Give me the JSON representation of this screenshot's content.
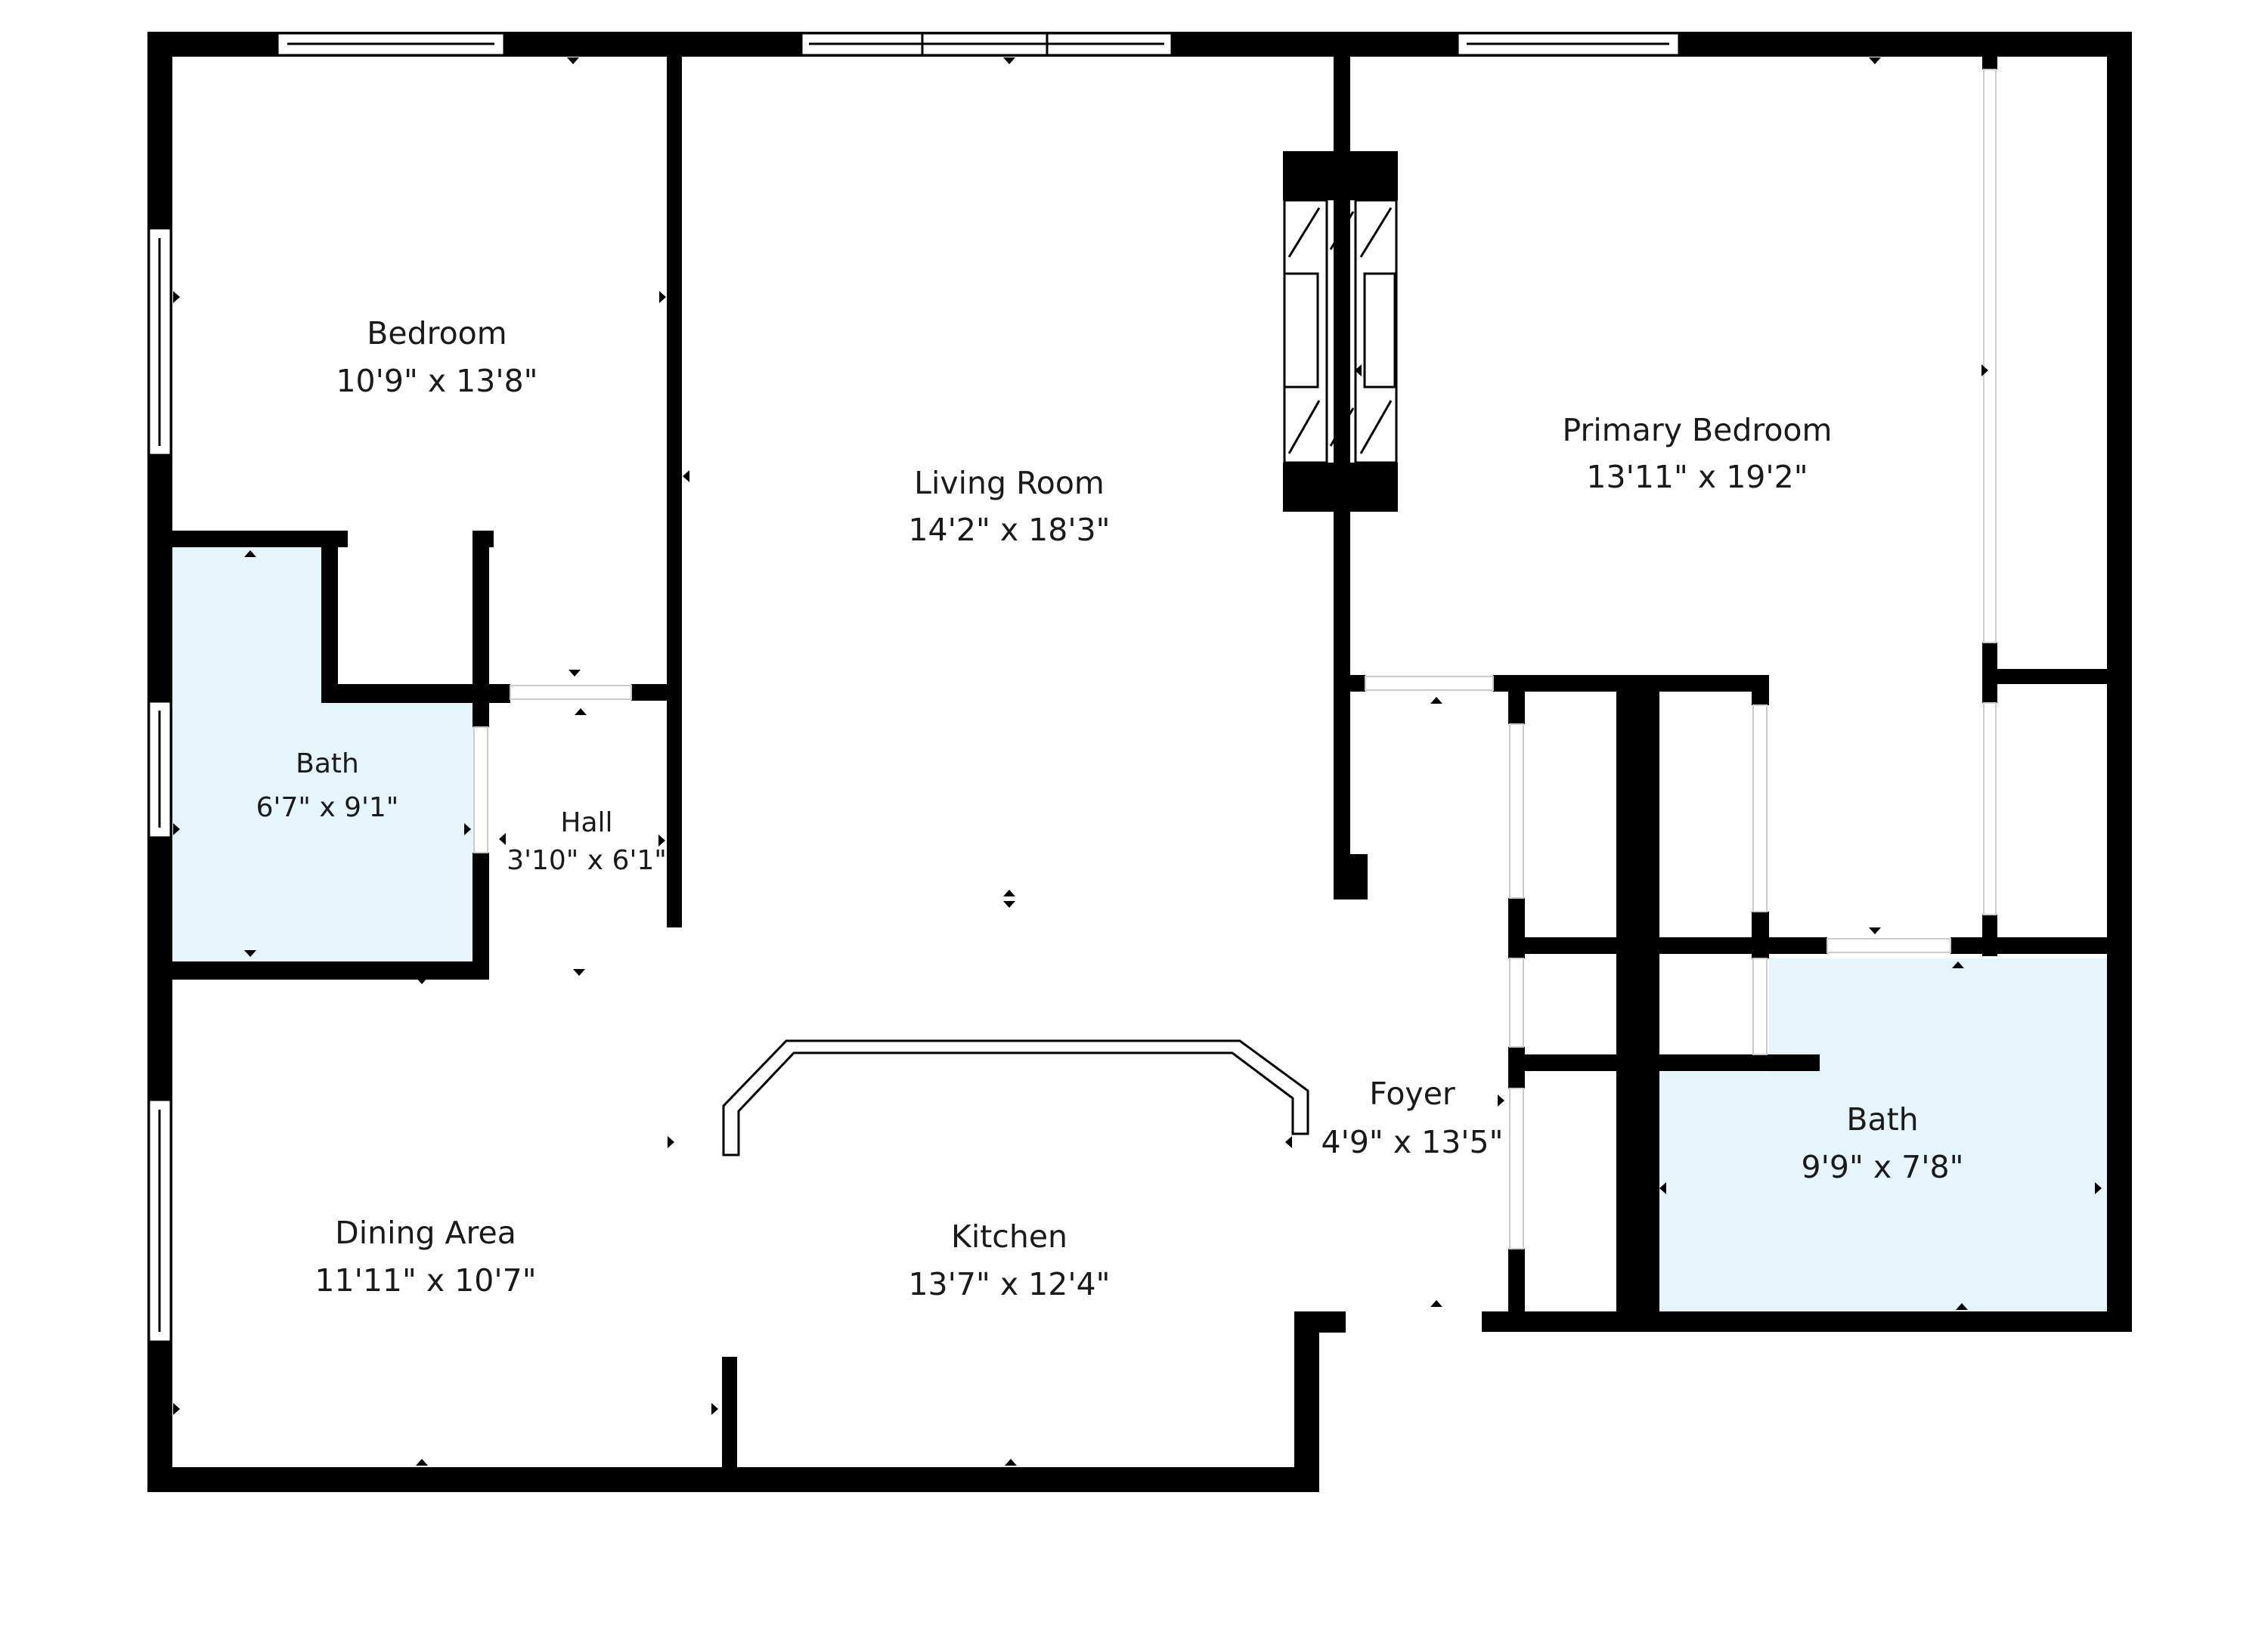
{
  "colors": {
    "wall": "#000000",
    "floor": "#ffffff",
    "bath_fill": "#e6f4fc",
    "window_fill": "#ffffff"
  },
  "rooms": {
    "bedroom": {
      "name": "Bedroom",
      "dims": "10'9\" x 13'8\""
    },
    "living_room": {
      "name": "Living Room",
      "dims": "14'2\" x 18'3\""
    },
    "primary_bedroom": {
      "name": "Primary Bedroom",
      "dims": "13'11\" x 19'2\""
    },
    "bath_left": {
      "name": "Bath",
      "dims": "6'7\" x 9'1\""
    },
    "hall": {
      "name": "Hall",
      "dims": "3'10\" x 6'1\""
    },
    "foyer": {
      "name": "Foyer",
      "dims": "4'9\" x 13'5\""
    },
    "bath_right": {
      "name": "Bath",
      "dims": "9'9\" x 7'8\""
    },
    "dining_area": {
      "name": "Dining Area",
      "dims": "11'11\" x 10'7\""
    },
    "kitchen": {
      "name": "Kitchen",
      "dims": "13'7\" x 12'4\""
    }
  }
}
